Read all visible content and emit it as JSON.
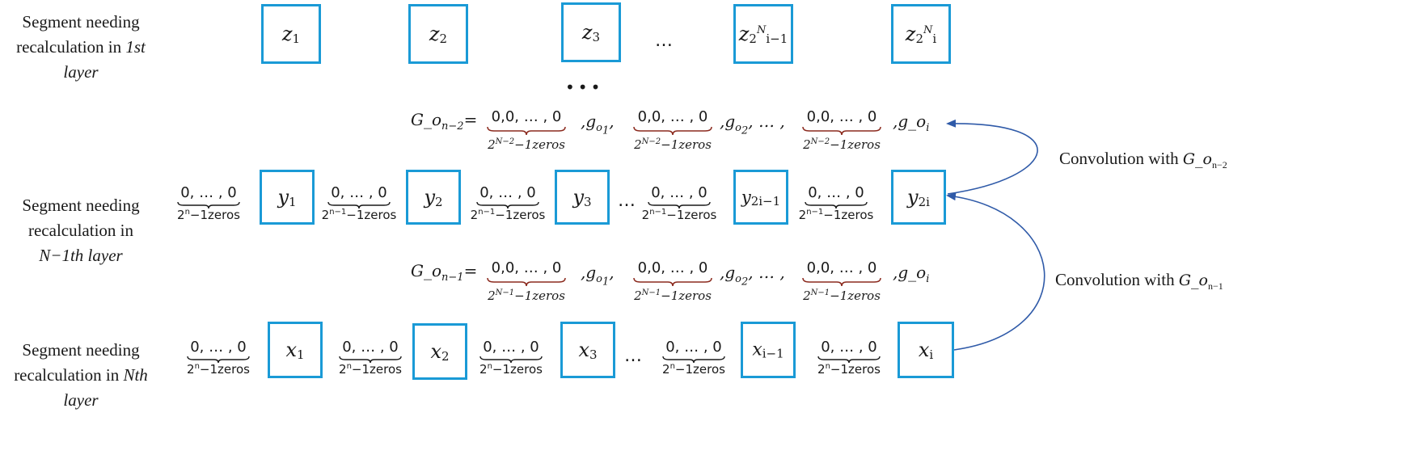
{
  "layer_labels": {
    "first": {
      "line1": "Segment needing",
      "line2": "recalculation in",
      "line3_italic": "1st",
      "line4_italic": "layer"
    },
    "middle": {
      "line1": "Segment needing",
      "line2": "recalculation in",
      "line3_italic": "N−1th layer"
    },
    "last": {
      "line1": "Segment needing",
      "line2": "recalculation in",
      "line3_italic": "Nth",
      "line4_italic": "layer"
    }
  },
  "z_row": {
    "boxes": [
      {
        "var": "z",
        "sub": "1"
      },
      {
        "var": "z",
        "sub": "2"
      },
      {
        "var": "z",
        "sub": "3"
      },
      {
        "var": "z",
        "sub": "2",
        "sup": "N",
        "sup_sub": "i−1"
      },
      {
        "var": "z",
        "sub": "2",
        "sup": "N",
        "sup_sub": "i"
      }
    ],
    "ellipsis": "…"
  },
  "vertical_ellipsis": "•••",
  "y_row": {
    "boxes": [
      {
        "var": "y",
        "sub": "1"
      },
      {
        "var": "y",
        "sub": "2"
      },
      {
        "var": "y",
        "sub": "3"
      },
      {
        "var": "y",
        "sub": "2i−1"
      },
      {
        "var": "y",
        "sub": "2i"
      }
    ],
    "zero_groups": [
      {
        "top": "0, … , 0",
        "bottom_base": "2",
        "bottom_exp": "n",
        "bottom_rest": "−1zeros"
      },
      {
        "top": "0, … , 0",
        "bottom_base": "2",
        "bottom_exp": "n−1",
        "bottom_rest": "−1zeros"
      },
      {
        "top": "0, … , 0",
        "bottom_base": "2",
        "bottom_exp": "n−1",
        "bottom_rest": "−1zeros"
      },
      {
        "top": "0, … , 0",
        "bottom_base": "2",
        "bottom_exp": "n−1",
        "bottom_rest": "−1zeros"
      },
      {
        "top": "0, … , 0",
        "bottom_base": "2",
        "bottom_exp": "n−1",
        "bottom_rest": "−1zeros"
      }
    ],
    "ellipsis": "…"
  },
  "x_row": {
    "boxes": [
      {
        "var": "x",
        "sub": "1"
      },
      {
        "var": "x",
        "sub": "2"
      },
      {
        "var": "x",
        "sub": "3"
      },
      {
        "var": "x",
        "sub": "i−1"
      },
      {
        "var": "x",
        "sub": "i"
      }
    ],
    "zero_groups": [
      {
        "top": "0, … , 0",
        "bottom_base": "2",
        "bottom_exp": "n",
        "bottom_rest": "−1zeros"
      },
      {
        "top": "0, … , 0",
        "bottom_base": "2",
        "bottom_exp": "n",
        "bottom_rest": "−1zeros"
      },
      {
        "top": "0, … , 0",
        "bottom_base": "2",
        "bottom_exp": "n",
        "bottom_rest": "−1zeros"
      },
      {
        "top": "0, … , 0",
        "bottom_base": "2",
        "bottom_exp": "n",
        "bottom_rest": "−1zeros"
      },
      {
        "top": "0, … , 0",
        "bottom_base": "2",
        "bottom_exp": "n",
        "bottom_rest": "−1zeros"
      }
    ],
    "ellipsis": "…"
  },
  "kernel_n2": {
    "lhs": "G_o",
    "lhs_sub": "n−2",
    "eq": "=",
    "zero_top": "0,0, … , 0",
    "zero_bottom_base": "2",
    "zero_bottom_exp": "N−2",
    "zero_bottom_rest": "−1zeros",
    "g1": ",g",
    "g1_sub": "o",
    "g1_subsub": "1",
    "g1_comma": ",",
    "g2": ",g",
    "g2_sub": "o",
    "g2_subsub": "2",
    "g2_rest": ", … ,",
    "gi": ",g_o",
    "gi_sub": "i"
  },
  "kernel_n1": {
    "lhs": "G_o",
    "lhs_sub": "n−1",
    "eq": "=",
    "zero_top": "0,0, … , 0",
    "zero_bottom_base": "2",
    "zero_bottom_exp": "N−1",
    "zero_bottom_rest": "−1zeros",
    "g1": ",g",
    "g1_sub": "o",
    "g1_subsub": "1",
    "g1_comma": ",",
    "g2": ",g",
    "g2_sub": "o",
    "g2_subsub": "2",
    "g2_rest": ", … ,",
    "gi": ",g_o",
    "gi_sub": "i"
  },
  "convolutions": {
    "upper": {
      "text": "Convolution with",
      "var": "G_o",
      "sub": "n−2"
    },
    "lower": {
      "text": "Convolution with",
      "var": "G_o",
      "sub": "n−1"
    }
  },
  "colors": {
    "box_border": "#1a9ad6",
    "arrow": "#2f5aa8",
    "brace": "#8b2a1e"
  }
}
